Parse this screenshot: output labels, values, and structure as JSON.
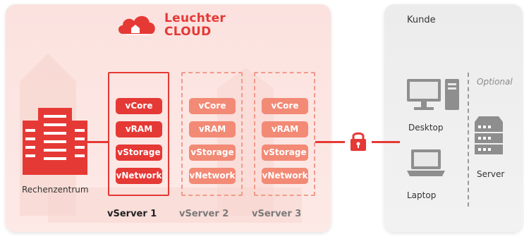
{
  "brand": {
    "line1": "Leuchter",
    "line2": "CLOUD"
  },
  "datacenter": {
    "label": "Rechenzentrum"
  },
  "servers": [
    {
      "name": "vServer 1",
      "resources": [
        "vCore",
        "vRAM",
        "vStorage",
        "vNetwork"
      ]
    },
    {
      "name": "vServer 2",
      "resources": [
        "vCore",
        "vRAM",
        "vStorage",
        "vNetwork"
      ]
    },
    {
      "name": "vServer 3",
      "resources": [
        "vCore",
        "vRAM",
        "vStorage",
        "vNetwork"
      ]
    }
  ],
  "customer": {
    "title": "Kunde",
    "optional_label": "Optional",
    "desktop_label": "Desktop",
    "laptop_label": "Laptop",
    "server_label": "Server"
  },
  "colors": {
    "accent": "#e53935",
    "accent_light": "#f28a76",
    "cloud_bg": "#fde6e3",
    "customer_bg": "#eeeeee"
  },
  "icons": [
    "cloud-logo-icon",
    "datacenter-icon",
    "lock-icon",
    "desktop-icon",
    "laptop-icon",
    "server-icon"
  ]
}
